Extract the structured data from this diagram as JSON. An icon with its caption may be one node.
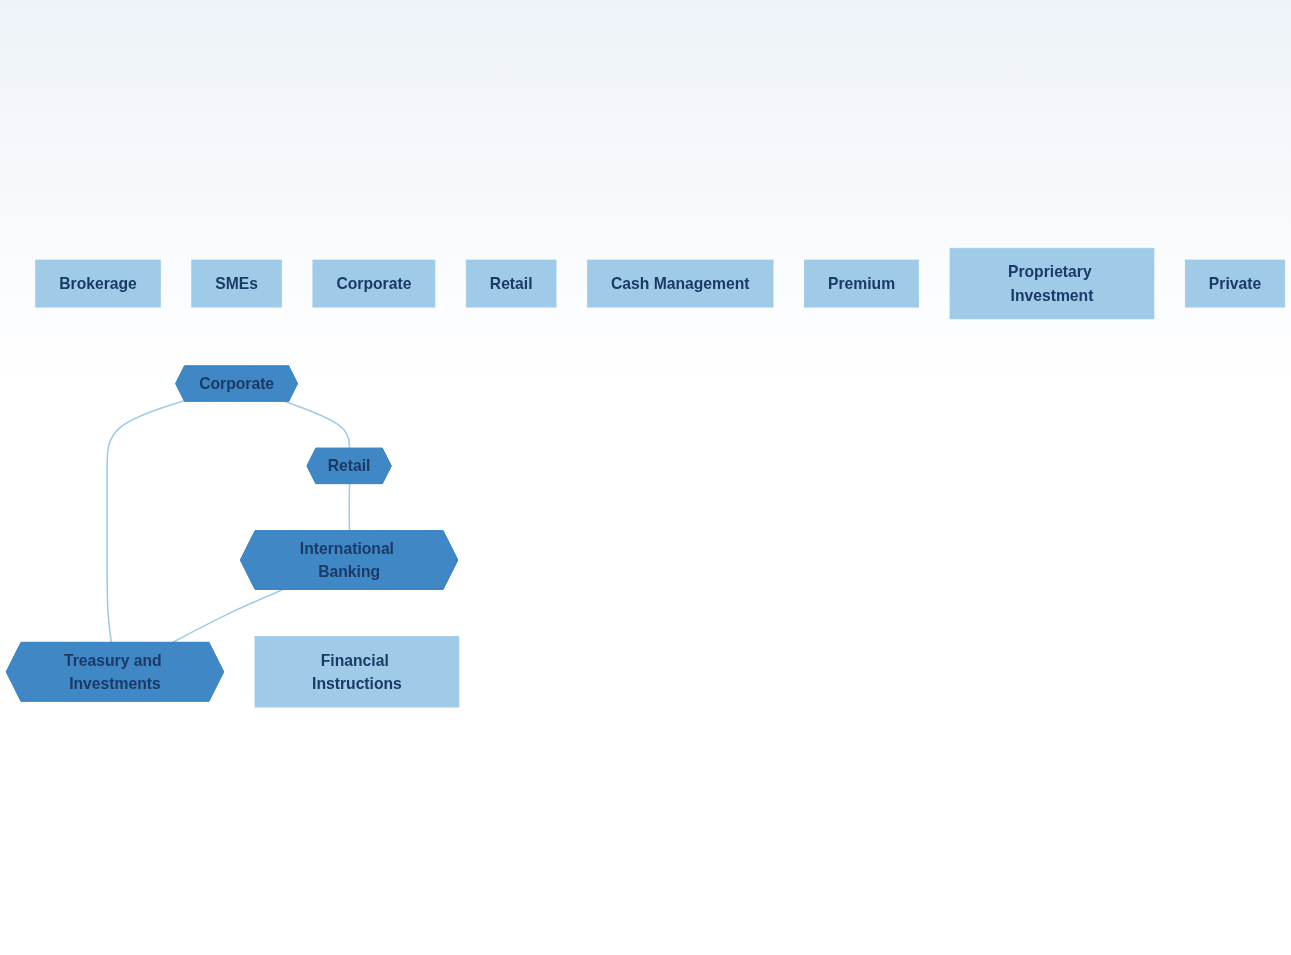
{
  "diagram": {
    "nodes": [
      {
        "text": [
          "Corporate"
        ]
      },
      {
        "text": [
          "SMEs"
        ]
      },
      {
        "text": [
          "Brokerage"
        ]
      },
      {
        "text": [
          "Corporate"
        ]
      },
      {
        "text": [
          "Retail"
        ]
      },
      {
        "text": [
          "Cash Management"
        ]
      },
      {
        "text": [
          "Treasury and Investments"
        ]
      },
      {
        "text": [
          "Retail"
        ]
      },
      {
        "text": [
          "Premium"
        ]
      },
      {
        "text": [
          "Proprietary Investment"
        ]
      },
      {
        "text": [
          "Private"
        ]
      },
      {
        "text": [
          "International Banking"
        ]
      },
      {
        "text": [
          "Financial Instructions"
        ]
      }
    ],
    "edges": [
      {
        "from": 3,
        "to": 7,
        "arrow": "none"
      },
      {
        "from": 7,
        "to": 11,
        "arrow": "none"
      },
      {
        "from": 11,
        "to": 6,
        "arrow": "none"
      },
      {
        "from": 6,
        "to": 3,
        "arrow": "none"
      }
    ]
  }
}
